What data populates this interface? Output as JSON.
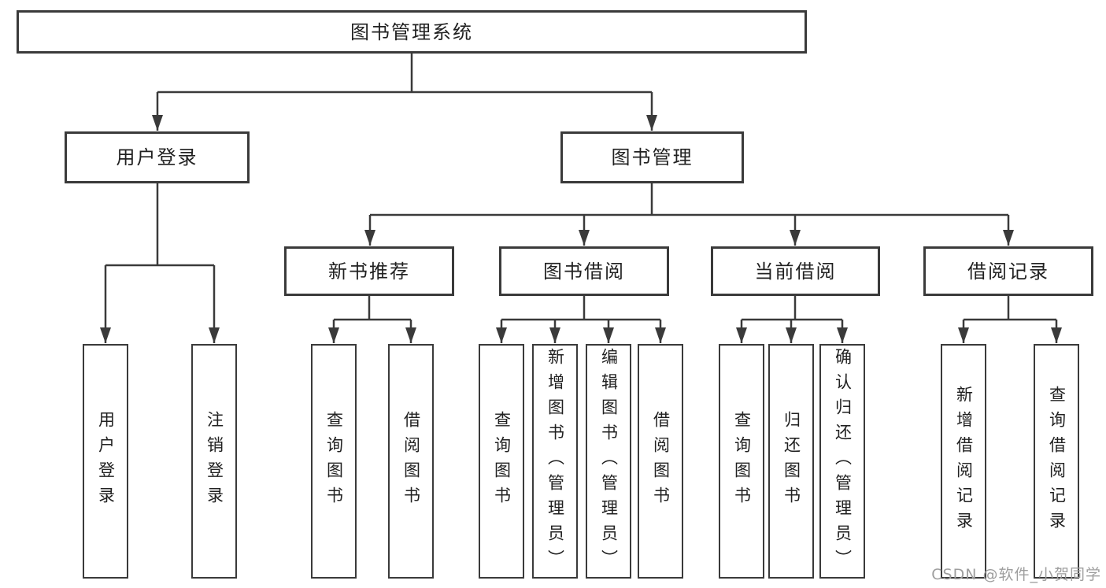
{
  "colors": {
    "line": "#3a3a3a",
    "box_border": "#3a3a3a",
    "text": "#212121",
    "watermark": "#9e9e9e",
    "background": "#ffffff"
  },
  "diagram": {
    "root": {
      "label": "图书管理系统"
    },
    "branches": [
      {
        "label": "用户登录",
        "children": [
          {
            "label": "用户登录"
          },
          {
            "label": "注销登录"
          }
        ]
      },
      {
        "label": "图书管理",
        "children": [
          {
            "label": "新书推荐",
            "children": [
              {
                "label": "查询图书"
              },
              {
                "label": "借阅图书"
              }
            ]
          },
          {
            "label": "图书借阅",
            "children": [
              {
                "label": "查询图书"
              },
              {
                "label": "新增图书（管理员）"
              },
              {
                "label": "编辑图书（管理员）"
              },
              {
                "label": "借阅图书"
              }
            ]
          },
          {
            "label": "当前借阅",
            "children": [
              {
                "label": "查询图书"
              },
              {
                "label": "归还图书"
              },
              {
                "label": "确认归还（管理员）"
              }
            ]
          },
          {
            "label": "借阅记录",
            "children": [
              {
                "label": "新增借阅记录"
              },
              {
                "label": "查询借阅记录"
              }
            ]
          }
        ]
      }
    ]
  },
  "watermark": {
    "text": "CSDN @软件_小贺同学"
  }
}
